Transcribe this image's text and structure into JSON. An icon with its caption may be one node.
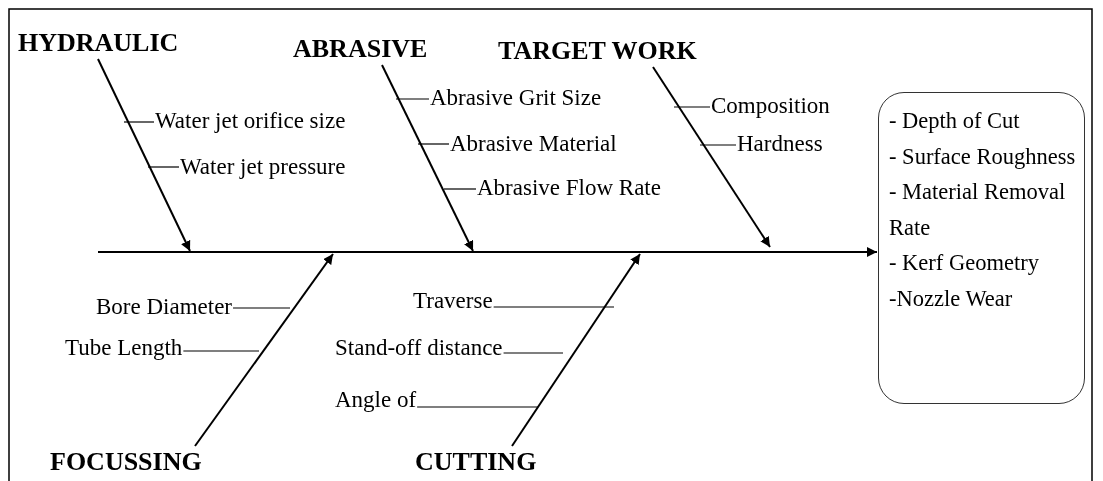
{
  "diagram": {
    "nodes": [
      {
        "text": [
          "HYDRAULIC"
        ]
      },
      {
        "text": [
          "ABRASIVE"
        ]
      },
      {
        "text": [
          "TARGET WORK"
        ]
      },
      {
        "text": [
          "FOCUSSING"
        ]
      },
      {
        "text": [
          "CUTTING"
        ]
      },
      {
        "text": [
          "Water jet orifice size"
        ]
      },
      {
        "text": [
          "Water jet pressure"
        ]
      },
      {
        "text": [
          "Abrasive Grit Size"
        ]
      },
      {
        "text": [
          "Abrasive Material"
        ]
      },
      {
        "text": [
          "Abrasive Flow Rate"
        ]
      },
      {
        "text": [
          "Composition"
        ]
      },
      {
        "text": [
          "Hardness"
        ]
      },
      {
        "text": [
          "Bore Diameter"
        ]
      },
      {
        "text": [
          "Tube Length"
        ]
      },
      {
        "text": [
          "Traverse"
        ]
      },
      {
        "text": [
          "Stand-off distance"
        ]
      },
      {
        "text": [
          "Angle of"
        ]
      },
      {
        "text": [
          "- Depth of Cut",
          "- Surface Roughness",
          "- Material Removal Rate",
          "- Kerf Geometry",
          "-Nozzle Wear"
        ]
      }
    ],
    "edges": [
      {
        "from": 0,
        "to": null,
        "arrow": "to"
      },
      {
        "from": 1,
        "to": null,
        "arrow": "to"
      },
      {
        "from": 2,
        "to": null,
        "arrow": "to"
      },
      {
        "from": 3,
        "to": null,
        "arrow": "to"
      },
      {
        "from": 4,
        "to": null,
        "arrow": "to"
      },
      {
        "from": null,
        "to": 17,
        "arrow": "to"
      },
      {
        "from": 5,
        "to": null,
        "arrow": "none"
      },
      {
        "from": 6,
        "to": null,
        "arrow": "none"
      },
      {
        "from": 7,
        "to": null,
        "arrow": "none"
      },
      {
        "from": 8,
        "to": null,
        "arrow": "none"
      },
      {
        "from": 9,
        "to": null,
        "arrow": "none"
      },
      {
        "from": 10,
        "to": null,
        "arrow": "none"
      },
      {
        "from": 11,
        "to": null,
        "arrow": "none"
      },
      {
        "from": 12,
        "to": null,
        "arrow": "none"
      },
      {
        "from": 13,
        "to": null,
        "arrow": "none"
      },
      {
        "from": 14,
        "to": null,
        "arrow": "none"
      },
      {
        "from": 15,
        "to": null,
        "arrow": "none"
      },
      {
        "from": 16,
        "to": null,
        "arrow": "none"
      }
    ]
  }
}
